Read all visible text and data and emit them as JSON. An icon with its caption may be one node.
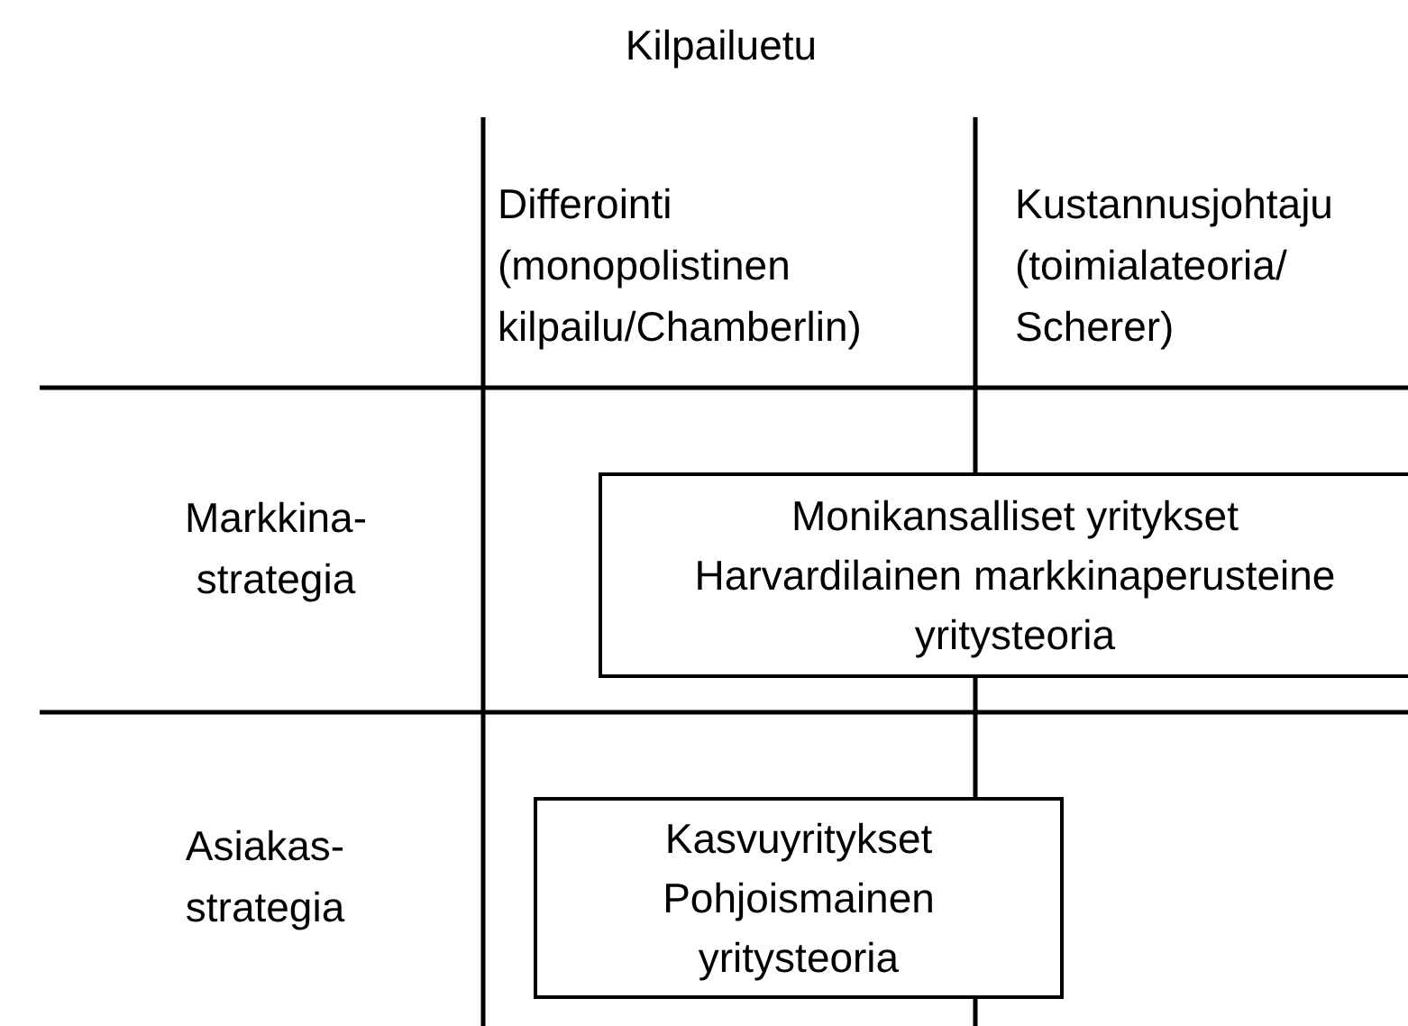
{
  "diagram": {
    "title": "Kilpailuetu",
    "nodes": [
      {
        "text": [
          "Monikansalliset yritykset",
          "Harvardilainen markkinaperusteine yritysteoria"
        ]
      },
      {
        "text": [
          "Kasvuyritykset",
          "Pohjoismainen yritysteoria"
        ]
      }
    ],
    "labels": [
      "Differointi (monopolistinen kilpailu/Chamberlin)",
      "Kustannusjohtaju (toimialateoria/ Scherer)",
      "Markkina- strategia",
      "Asiakas- strategia"
    ]
  }
}
